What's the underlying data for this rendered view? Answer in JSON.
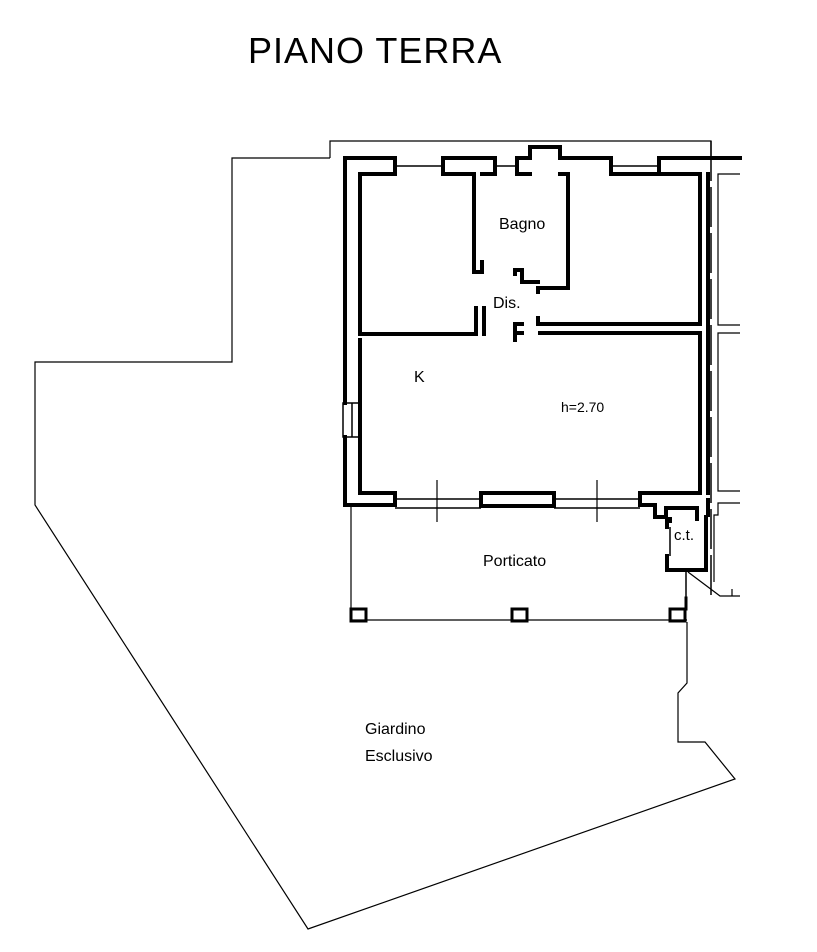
{
  "title": "PIANO  TERRA",
  "rooms": {
    "bagno": "Bagno",
    "disimpegno": "Dis.",
    "kitchen": "K",
    "ceiling_height": "h=2.70",
    "centrale_termica": "c.t.",
    "porticato": "Porticato",
    "giardino_line1": "Giardino",
    "giardino_line2": "Esclusivo"
  },
  "colors": {
    "background": "#ffffff",
    "lines": "#000000"
  }
}
